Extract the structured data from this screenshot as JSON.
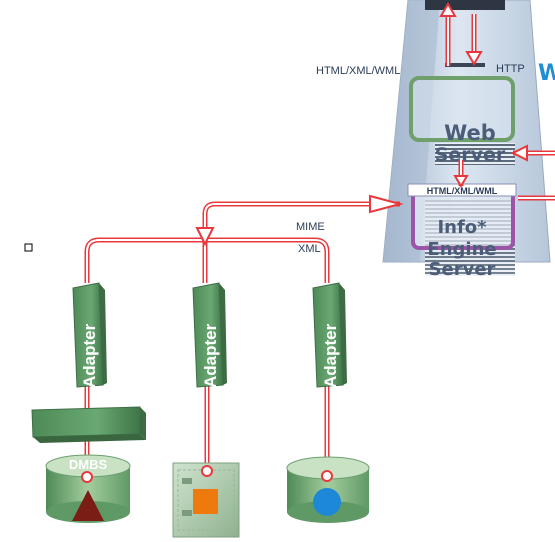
{
  "server": {
    "top_label_left": "HTML/XML/WML",
    "top_label_right": "HTTP",
    "edge_mark": "W",
    "web_server_line1": "Web",
    "web_server_line2": "Server",
    "engine_bar_label": "HTML/XML/WML",
    "engine_line1": "Info*",
    "engine_line2": "Engine",
    "engine_line3": "Server"
  },
  "bus": {
    "label_mime": "MIME",
    "label_xml": "XML"
  },
  "adapters": [
    {
      "label": "Adapter"
    },
    {
      "label": "Adapter"
    },
    {
      "label": "Adapter"
    }
  ],
  "left_stack_label": "DMBS",
  "colors": {
    "connector": "#e8383d",
    "adapter_green": "#5a9a63",
    "web_frame": "#6f9f6a",
    "engine_frame": "#9b54a8",
    "server_body": "#bccbde",
    "triangle": "#7a1d15",
    "square": "#ee7a0e",
    "circle": "#1e88d8"
  }
}
